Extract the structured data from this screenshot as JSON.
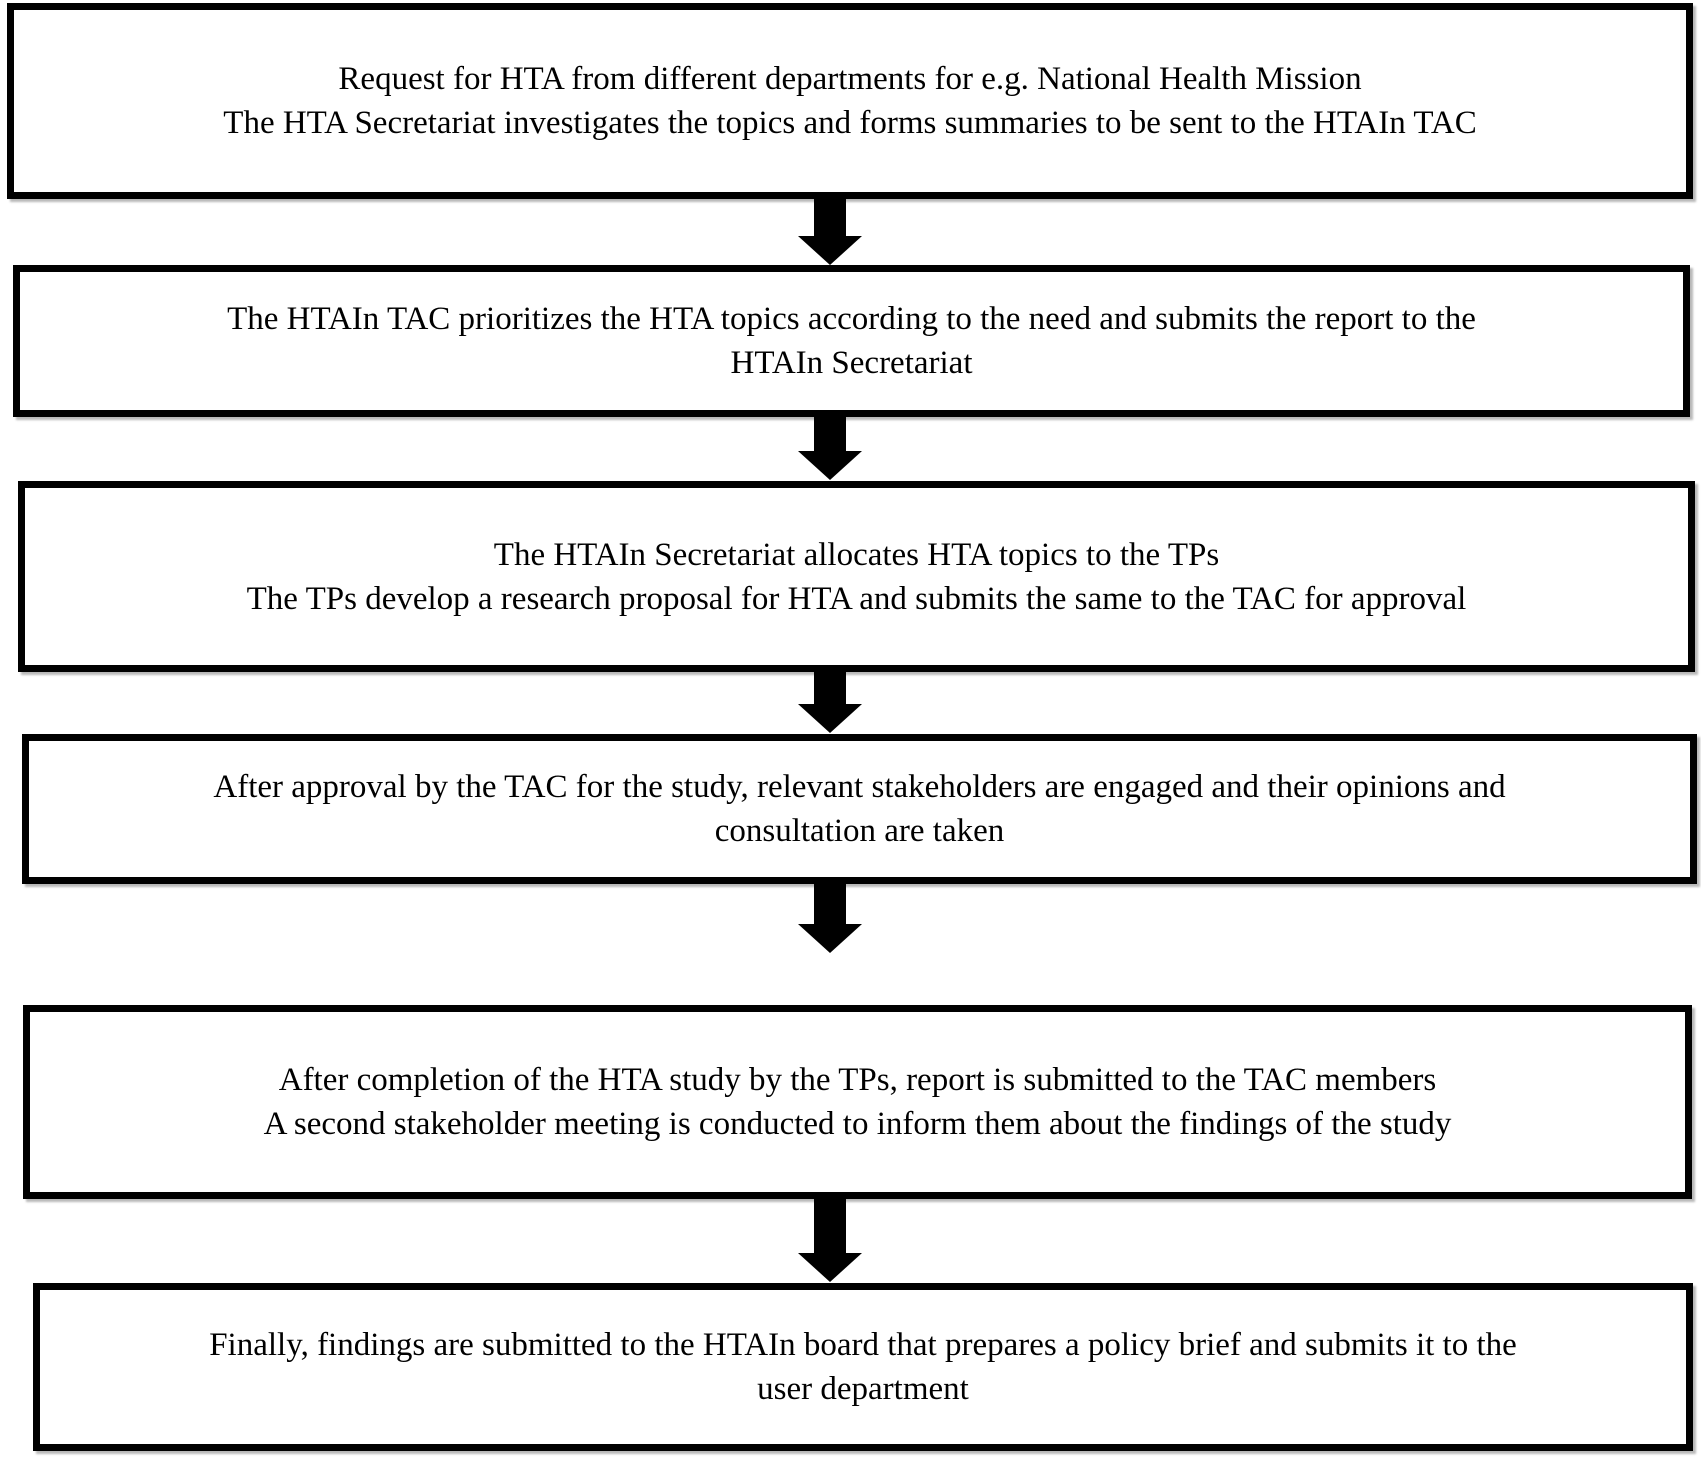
{
  "colors": {
    "ink": "#000000",
    "background": "#ffffff"
  },
  "flow": {
    "type": "flowchart",
    "direction": "top-down",
    "steps": [
      {
        "id": "hta-request",
        "lines": [
          "Request for HTA from different departments for e.g. National Health Mission",
          "The HTA Secretariat investigates the topics and forms summaries to be sent to the HTAIn TAC"
        ]
      },
      {
        "id": "tac-prioritization",
        "lines": [
          "The HTAIn TAC prioritizes the HTA topics according to the need and submits the report to the",
          "HTAIn Secretariat"
        ]
      },
      {
        "id": "topic-allocation",
        "lines": [
          "The HTAIn Secretariat allocates HTA topics to the TPs",
          "The TPs develop a research proposal for HTA and submits the same to the TAC for approval"
        ]
      },
      {
        "id": "stakeholder-consultation",
        "lines": [
          "After approval by the TAC for the study, relevant stakeholders are engaged and their opinions and",
          "consultation are taken"
        ]
      },
      {
        "id": "study-report",
        "lines": [
          "After completion of the HTA study by the TPs, report is submitted to the TAC members",
          "A second stakeholder meeting is conducted to inform them about the findings of the study"
        ]
      },
      {
        "id": "policy-brief",
        "lines": [
          "Finally, findings are submitted to the HTAIn board that prepares a policy brief and submits it to the",
          "user department"
        ]
      }
    ]
  }
}
